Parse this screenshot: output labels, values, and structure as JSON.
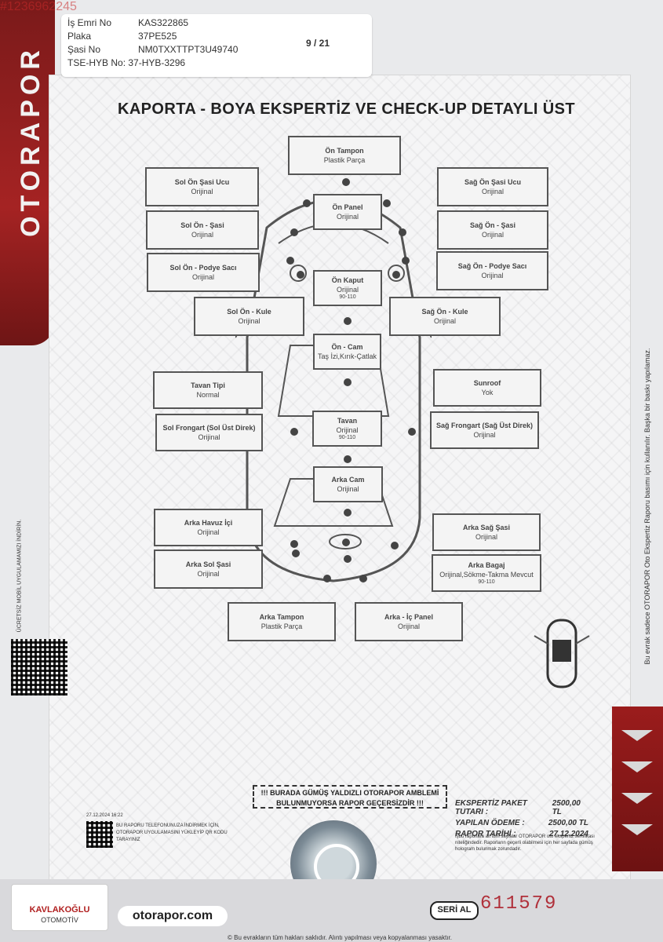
{
  "header": {
    "watermark_id": "#1236962245",
    "fields": [
      {
        "label": "İş Emri No",
        "value": "KAS322865"
      },
      {
        "label": "Plaka",
        "value": "37PE525"
      },
      {
        "label": "Şasi No",
        "value": "NM0TXXTTPT3U49740"
      },
      {
        "label": "TSE-HYB No",
        "value": "37-HYB-3296"
      }
    ],
    "page": "9 / 21"
  },
  "brand": "OTORAPOR",
  "title": "KAPORTA - BOYA EKSPERTİZ VE CHECK-UP DETAYLI ÜST",
  "parts": [
    {
      "name": "Ön Tampon",
      "status": "Plastik Parça",
      "note": ""
    },
    {
      "name": "Sol Ön Şasi Ucu",
      "status": "Orijinal",
      "note": ""
    },
    {
      "name": "Sağ Ön Şasi Ucu",
      "status": "Orijinal",
      "note": ""
    },
    {
      "name": "Ön Panel",
      "status": "Orijinal",
      "note": ""
    },
    {
      "name": "Sol Ön - Şasi",
      "status": "Orijinal",
      "note": ""
    },
    {
      "name": "Sağ Ön - Şasi",
      "status": "Orijinal",
      "note": ""
    },
    {
      "name": "Sol Ön - Podye Sacı",
      "status": "Orijinal",
      "note": ""
    },
    {
      "name": "Sağ Ön - Podye Sacı",
      "status": "Orijinal",
      "note": ""
    },
    {
      "name": "Ön Kaput",
      "status": "Orijinal",
      "note": "90-110"
    },
    {
      "name": "Sol Ön - Kule",
      "status": "Orijinal",
      "note": ""
    },
    {
      "name": "Sağ Ön - Kule",
      "status": "Orijinal",
      "note": ""
    },
    {
      "name": "Ön - Cam",
      "status": "Taş İzi,Kırık-Çatlak",
      "note": ""
    },
    {
      "name": "Tavan Tipi",
      "status": "Normal",
      "note": ""
    },
    {
      "name": "Sunroof",
      "status": "Yok",
      "note": ""
    },
    {
      "name": "Tavan",
      "status": "Orijinal",
      "note": "90-110"
    },
    {
      "name": "Sol Frongart (Sol Üst Direk)",
      "status": "Orijinal",
      "note": ""
    },
    {
      "name": "Sağ Frongart (Sağ Üst Direk)",
      "status": "Orijinal",
      "note": ""
    },
    {
      "name": "Arka Cam",
      "status": "Orijinal",
      "note": ""
    },
    {
      "name": "Arka Havuz İçi",
      "status": "Orijinal",
      "note": ""
    },
    {
      "name": "Arka Sağ Şasi",
      "status": "Orijinal",
      "note": ""
    },
    {
      "name": "Arka Sol Şasi",
      "status": "Orijinal",
      "note": ""
    },
    {
      "name": "Arka Bagaj",
      "status": "Orijinal,Sökme-Takma Mevcut",
      "note": "90-110"
    },
    {
      "name": "Arka Tampon",
      "status": "Plastik Parça",
      "note": ""
    },
    {
      "name": "Arka - İç Panel",
      "status": "Orijinal",
      "note": ""
    }
  ],
  "side_note": "Bu evrak sadece OTORAPOR Oto Ekspertiz Raporu basımı için kullanılır. Başka bir baskı yapılamaz.",
  "store_note": "ÜCRETSİZ MOBİL UYGULAMAMIZI İNDİRİN.",
  "footer": {
    "warning_line1": "!!! BURADA GÜMÜŞ YALDIZLI OTORAPOR AMBLEMİ",
    "warning_line2": "BULUNMUYORSA RAPOR GEÇERSİZDİR !!!",
    "fees": [
      {
        "label": "EKSPERTİZ PAKET TUTARI :",
        "value": "2500,00 TL"
      },
      {
        "label": "YAPILAN ÖDEME :",
        "value": "2500,00 TL"
      },
      {
        "label": "RAPOR TARİHİ :",
        "value": "27.12.2024"
      }
    ],
    "fine_right": "İşbu raporlara ait tüm sayfalar OTORAPOR oto ekspertiz sertifikası niteliğindedir. Raporların geçerli olabilmesi için her sayfada gümüş hologram bulunmak zorundadır.",
    "timestamp": "27.12.2024 16:22",
    "fine_left": "BU RAPORU TELEFONUNUZA İNDİRMEK İÇİN, OTORAPOR UYGULAMASINI YÜKLEYİP QR KODU TARAYINIZ",
    "website": "otorapor.com",
    "serial_label": "SERİ AL",
    "serial": "611579",
    "copyright": "© Bu evrakların tüm hakları saklıdır. Alıntı yapılması veya kopyalanması yasaktır.",
    "dealer_name": "KAVLAKOĞLU",
    "dealer_sub": "OTOMOTİV"
  }
}
